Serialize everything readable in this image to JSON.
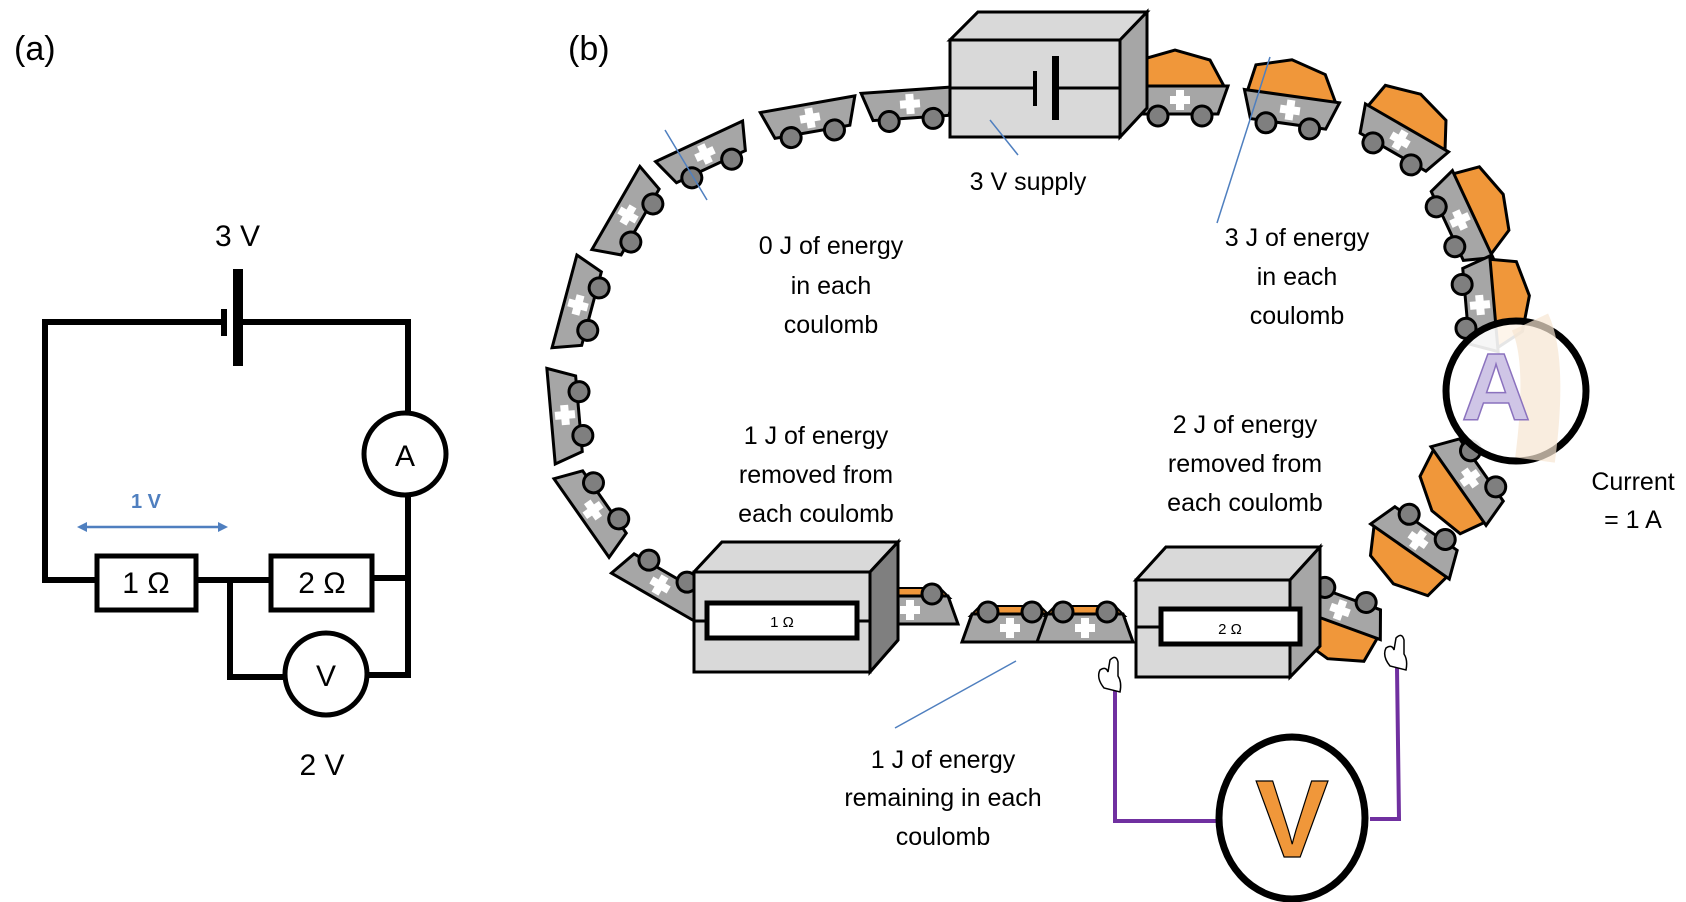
{
  "panel_a": {
    "label": "(a)",
    "supply_label": "3 V",
    "ammeter_symbol": "A",
    "voltmeter_symbol": "V",
    "voltmeter_reading": "2 V",
    "resistor_1": "1 Ω",
    "resistor_2": "2 Ω",
    "pd_arrow_label": "1 V",
    "arrow_color": "#4f7fbf"
  },
  "panel_b": {
    "label": "(b)",
    "supply_label": "3 V supply",
    "resistor_1": "1 Ω",
    "resistor_2": "2 Ω",
    "ammeter_symbol": "A",
    "voltmeter_symbol": "V",
    "annotations": {
      "zero_energy": [
        "0 J of energy",
        "in each",
        "coulomb"
      ],
      "three_energy": [
        "3 J of energy",
        "in each",
        "coulomb"
      ],
      "one_removed": [
        "1 J of energy",
        "removed from",
        "each coulomb"
      ],
      "two_removed": [
        "2 J of energy",
        "removed from",
        "each coulomb"
      ],
      "one_remaining": [
        "1 J of energy",
        "remaining in each",
        "coulomb"
      ],
      "current": [
        "Current",
        "= 1 A"
      ]
    },
    "colors": {
      "cart": "#a6a6a6",
      "wheel": "#7f7f7f",
      "energy": "#f0973a",
      "box": "#d9d9d9",
      "voltmeter_lead": "#7030a0",
      "ammeter_letter": "#b4a7d6",
      "leader_line": "#4f7fbf"
    }
  }
}
